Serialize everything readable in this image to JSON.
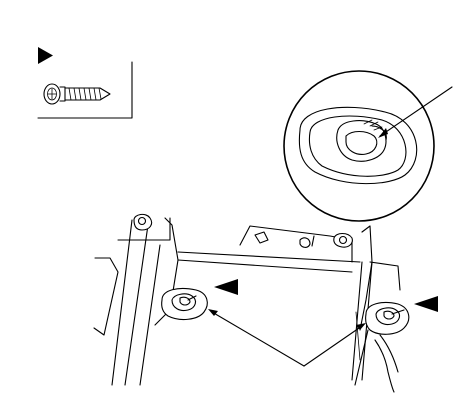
{
  "figure": {
    "icons": {
      "legend_marker": "black-triangle-marker",
      "fastener": "tapping-screw-icon",
      "callout_markers": [
        "black-triangle-marker",
        "black-triangle-marker"
      ]
    },
    "colors": {
      "ink": "#000000",
      "paper": "#ffffff"
    }
  }
}
